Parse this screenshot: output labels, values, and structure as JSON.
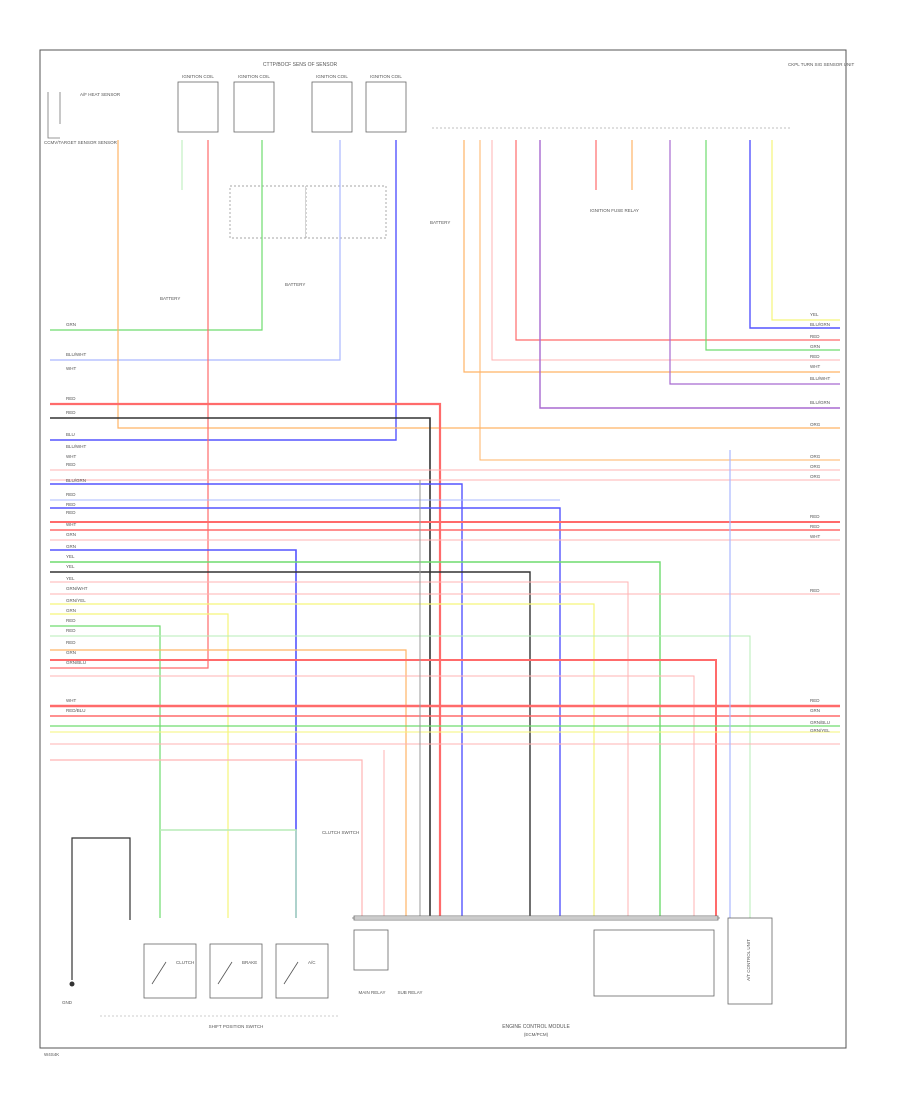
{
  "labels": {
    "top_center": "CTTP/BOCF SENS OF SENSOR",
    "top_left_sensor": "A/F HEAT SENSOR",
    "left_sensor": "CCMV/TARGET SENSOR SENSOR",
    "batt_a": "BATTERY",
    "batt_b": "BATTERY",
    "batt_c": "BATTERY",
    "right_note": "CKPL TURN SIG SENSOR UNIT",
    "ign_relay": "IGNITION FUSE RELAY",
    "clutch_sw": "CLUTCH SWITCH",
    "shift_sw": "SHIFT POSITION SWITCH",
    "ground_note": "GND",
    "sub_relay": "MAIN RELAY",
    "sub_relay2": "SUB RELAY",
    "ecm": "ENGINE CONTROL MODULE",
    "ecm_sub": "(ECM/PCM)",
    "sensor_right": "A/T CONTROL UNIT",
    "page_id": "W4S4K"
  },
  "connectors": [
    "IGNITION COIL",
    "IGNITION COIL",
    "IGNITION COIL",
    "IGNITION COIL"
  ],
  "switches": [
    "CLUTCH",
    "BRAKE",
    "A/C"
  ],
  "wire_labels": {
    "left": [
      "GRN",
      "BLU/WHT",
      "WHT",
      "RED",
      "RED",
      "BLU",
      "BLU/WHT",
      "WHT",
      "RED",
      "BLU/GRN",
      "RED",
      "RED",
      "RED",
      "WHT",
      "GRN",
      "GRN",
      "YEL",
      "YEL",
      "YEL",
      "GRN/WHT",
      "GRN/YEL",
      "GRN",
      "RED",
      "RED",
      "RED",
      "GRN",
      "GRN/BLU",
      "WHT",
      "RED/BLU"
    ],
    "right": [
      "YEL",
      "BLU/GRN",
      "RED",
      "GRN",
      "RED",
      "WHT",
      "BLU/WHT",
      "BLU/GRN",
      "ORG",
      "ORG",
      "ORG",
      "ORG",
      "RED",
      "RED",
      "WHT",
      "RED",
      "RED",
      "GRN",
      "GRN/BLU",
      "GRN/YEL"
    ]
  },
  "colors": {
    "red": "#ff6b6b",
    "pink": "#ffb3b3",
    "orange": "#ffb366",
    "yellow": "#f5f57a",
    "green": "#6fdc6f",
    "lightgreen": "#b7ecb7",
    "blue": "#5555ff",
    "lightblue": "#aab8ff",
    "purple": "#a86ad0",
    "gray": "#999999",
    "dark": "#333333"
  }
}
